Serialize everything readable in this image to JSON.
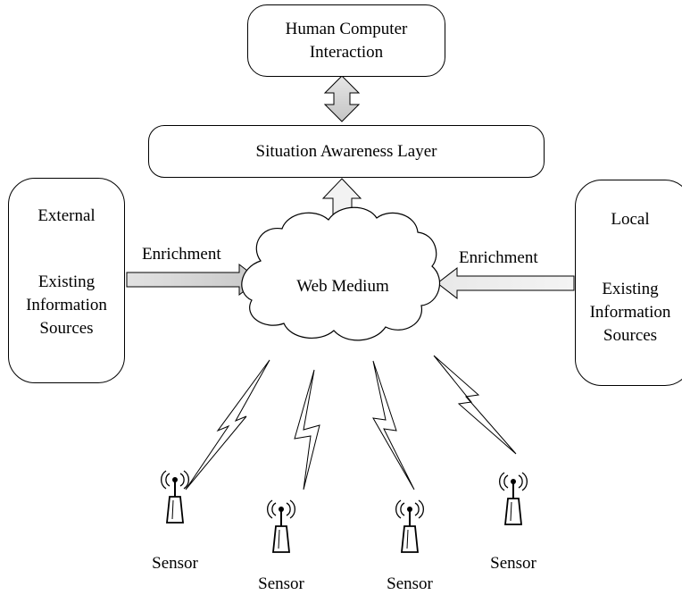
{
  "hci_box": {
    "line1": "Human Computer",
    "line2": "Interaction"
  },
  "sa_layer": {
    "label": "Situation Awareness Layer"
  },
  "cloud": {
    "label": "Web Medium"
  },
  "left_source": {
    "title": "External",
    "lines": [
      "Existing",
      "Information",
      "Sources"
    ],
    "arrow_label": "Enrichment"
  },
  "right_source": {
    "title": "Local",
    "lines": [
      "Existing",
      "Information",
      "Sources"
    ],
    "arrow_label": "Enrichment"
  },
  "sensors": [
    {
      "label": "Sensor"
    },
    {
      "label": "Sensor"
    },
    {
      "label": "Sensor"
    },
    {
      "label": "Sensor"
    }
  ],
  "colors": {
    "stroke": "#000000",
    "arrow_fill_dark": "#d0d0d0",
    "arrow_fill_light": "#ececec",
    "background": "#ffffff"
  }
}
